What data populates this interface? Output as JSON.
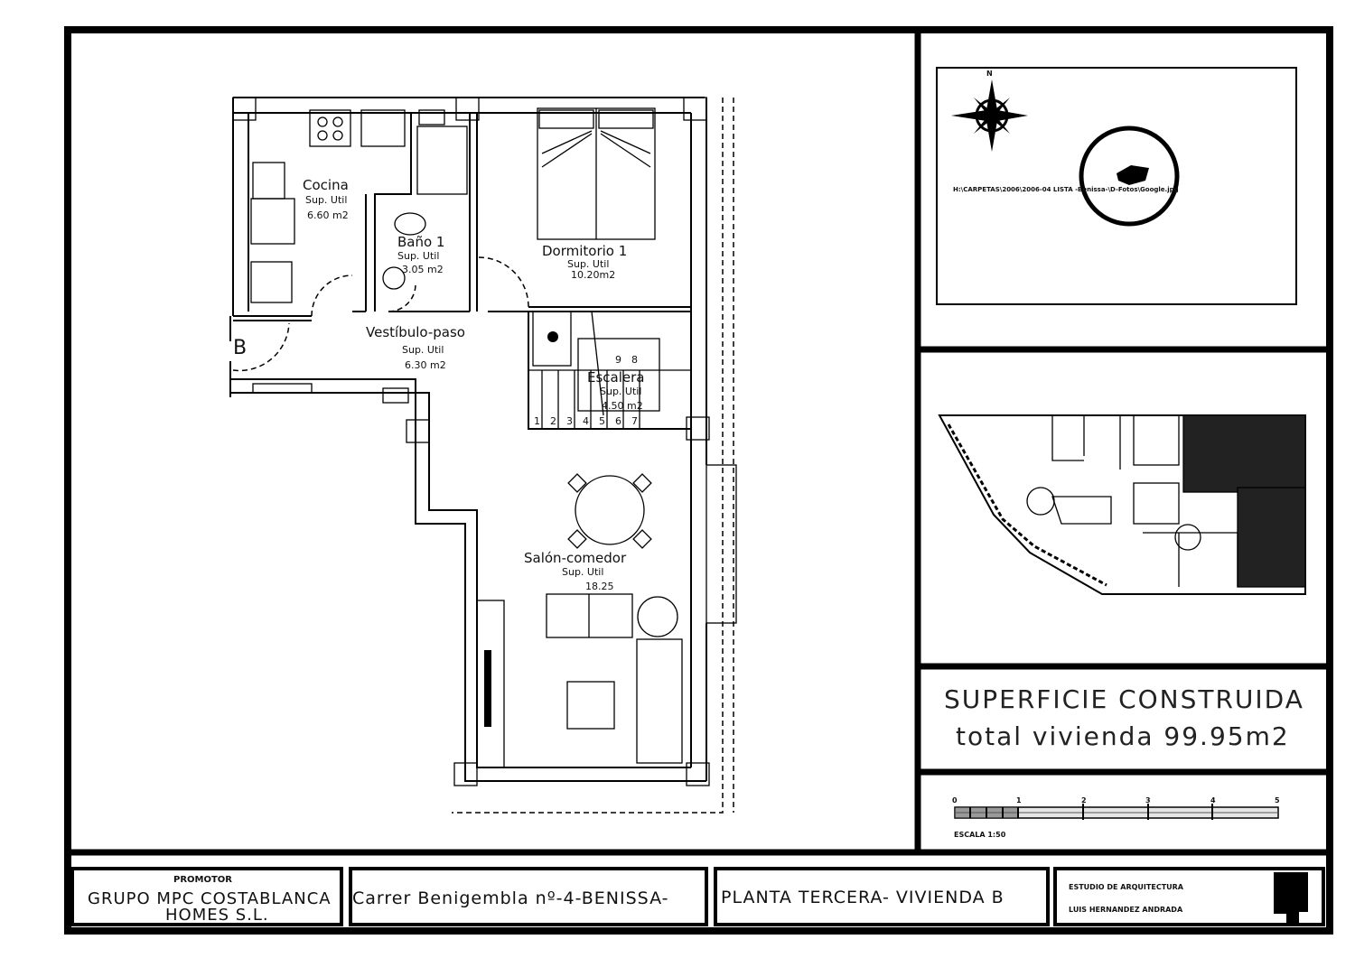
{
  "plan": {
    "entrance_label": "B",
    "rooms": [
      {
        "name": "Cocina",
        "sup_label": "Sup. Util",
        "area": "6.60 m2"
      },
      {
        "name": "Baño 1",
        "sup_label": "Sup. Util",
        "area": "3.05 m2"
      },
      {
        "name": "Dormitorio 1",
        "sup_label": "Sup. Util",
        "area": "10.20m2"
      },
      {
        "name": "Vestíbulo-paso",
        "sup_label": "Sup. Util",
        "area": "6.30 m2"
      },
      {
        "name": "Escalera",
        "sup_label": "Sup. Util",
        "area": "4.50 m2"
      },
      {
        "name": "Salón-comedor",
        "sup_label": "Sup. Util",
        "area": "18.25"
      }
    ],
    "stair_steps": [
      "1",
      "2",
      "3",
      "4",
      "5",
      "6",
      "7",
      "8",
      "9"
    ]
  },
  "location": {
    "path_text": "H:\\CARPETAS\\2006\\2006-04 LISTA -Benissa-\\D-Fotos\\Google.jpg",
    "north": "N"
  },
  "surface": {
    "line1": "SUPERFICIE  CONSTRUIDA",
    "line2": "total  vivienda  99.95m2"
  },
  "scale": {
    "ticks": [
      "0",
      "1",
      "2",
      "3",
      "4",
      "5"
    ],
    "label": "ESCALA   1:50"
  },
  "title_block": {
    "promotor_label": "PROMOTOR",
    "promotor": "GRUPO MPC COSTABLANCA",
    "promotor2": "HOMES S.L.",
    "address": "Carrer Benigembla nº-4-BENISSA-",
    "floor": "PLANTA TERCERA-  VIVIENDA B",
    "studio1": "ESTUDIO DE ARQUITECTURA",
    "studio2": "LUIS HERNANDEZ ANDRADA"
  }
}
